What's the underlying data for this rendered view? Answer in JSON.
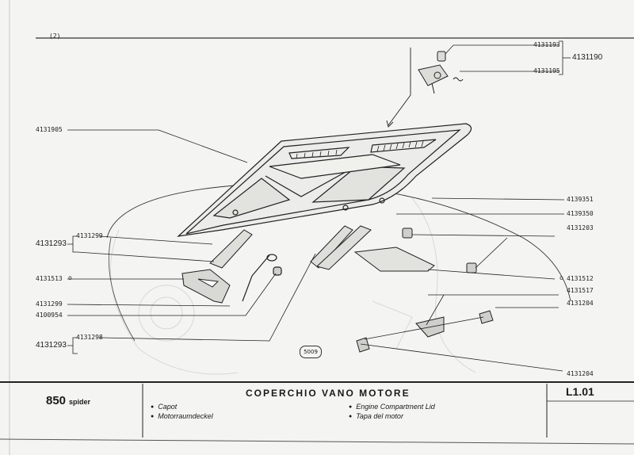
{
  "page_number": "(2)",
  "diagram_number": "5009",
  "part_numbers": {
    "p4131193": "4131193",
    "p4131190": "4131190",
    "p4131195": "4131195",
    "p4131905": "4131905",
    "p4139351": "4139351",
    "p4139350": "4139350",
    "p4131203": "4131203",
    "p4131299": "4131299",
    "p4131293a": "4131293",
    "p4131513": "4131513",
    "p4131512": "4131512",
    "p4131517": "4131517",
    "p4131204a": "4131204",
    "p4131299b": "4131299",
    "p4100954": "4100954",
    "p4131298": "4131298",
    "p4131293b": "4131293",
    "p4131204b": "4131204"
  },
  "footer": {
    "model": "850",
    "model_suffix": "spider",
    "title": "COPERCHIO VANO MOTORE",
    "code": "L1.01",
    "descriptions": [
      "Capot",
      "Motorraumdeckel",
      "Engine Compartment Lid",
      "Tapa del motor"
    ]
  }
}
